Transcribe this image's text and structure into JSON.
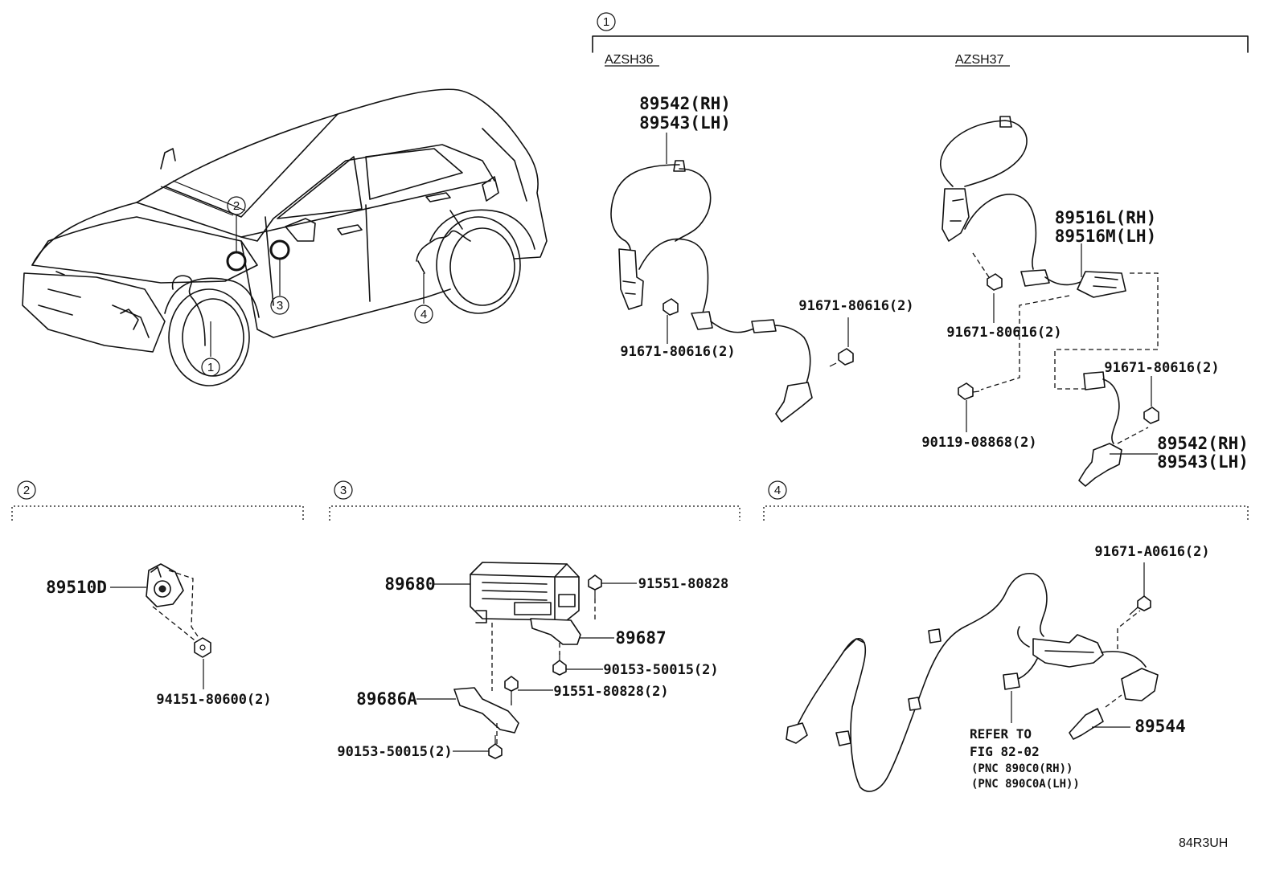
{
  "callouts": [
    "1",
    "2",
    "3",
    "4"
  ],
  "section1": {
    "number": "1",
    "left_model": "AZSH36",
    "right_model": "AZSH37",
    "left_labels": [
      "89542(RH)",
      "89543(LH)",
      "91671-80616(2)",
      "91671-80616(2)"
    ],
    "right_labels": [
      "89516L(RH)",
      "89516M(LH)",
      "91671-80616(2)",
      "90119-08868(2)",
      "91671-80616(2)",
      "89542(RH)",
      "89543(LH)"
    ]
  },
  "section2": {
    "number": "2",
    "labels": [
      "89510D",
      "94151-80600(2)"
    ]
  },
  "section3": {
    "number": "3",
    "labels": [
      "89680",
      "91551-80828",
      "89687",
      "90153-50015(2)",
      "91551-80828(2)",
      "89686A",
      "90153-50015(2)"
    ]
  },
  "section4": {
    "number": "4",
    "labels": [
      "91671-A0616(2)",
      "89544"
    ],
    "refer_lines": [
      "REFER TO",
      "FIG 82-02",
      "(PNC 890C0(RH))",
      "(PNC 890C0A(LH))"
    ]
  },
  "figure_code": "84R3UH"
}
